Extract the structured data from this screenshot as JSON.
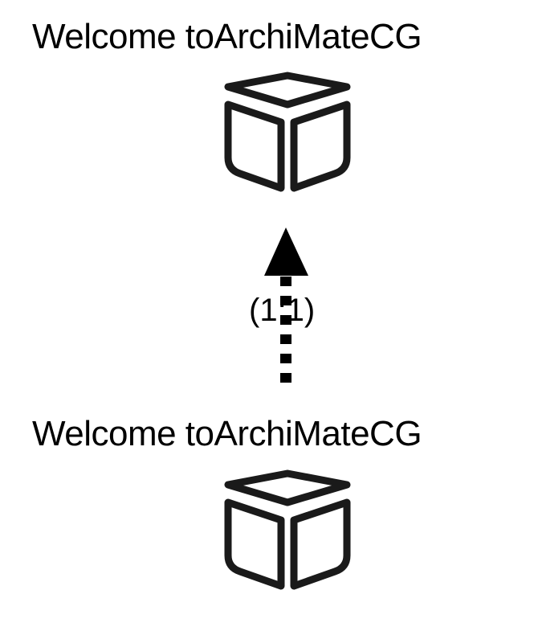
{
  "nodes": [
    {
      "label": "Welcome toArchiMateCG",
      "icon": "box-icon"
    },
    {
      "label": "Welcome toArchiMateCG",
      "icon": "box-icon"
    }
  ],
  "connector": {
    "style": "dashed",
    "arrow": "filled-triangle",
    "direction": "bottom-to-top",
    "multiplicity": "(1:1)",
    "color": "#000000"
  }
}
